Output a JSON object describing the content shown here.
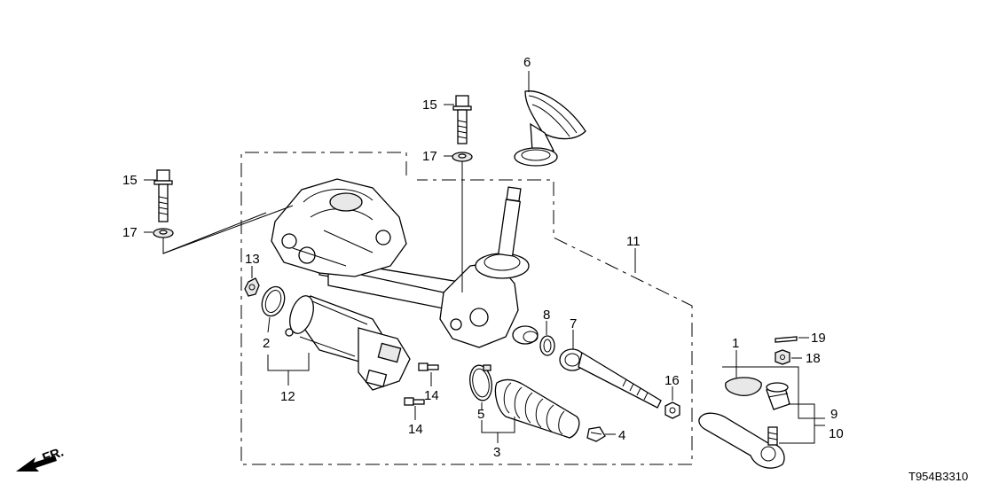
{
  "diagram": {
    "code": "T954B3310",
    "direction_label": "FR.",
    "callouts": [
      "1",
      "2",
      "3",
      "4",
      "5",
      "6",
      "7",
      "8",
      "9",
      "10",
      "11",
      "12",
      "13",
      "14",
      "15",
      "16",
      "17",
      "18",
      "19"
    ]
  }
}
